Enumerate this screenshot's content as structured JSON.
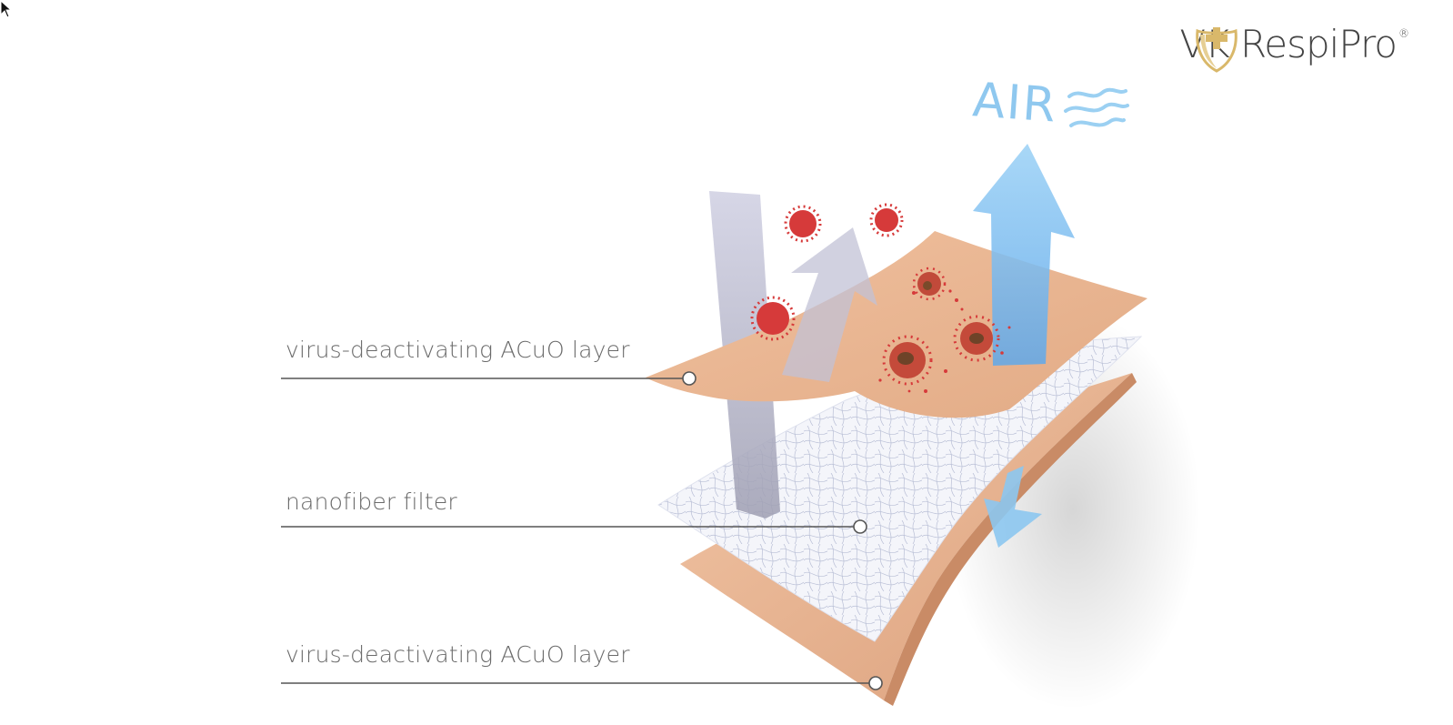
{
  "brand": {
    "name_part1": "VK Respi",
    "name_part2": "Pro",
    "trademark": "®",
    "shield_color": "#d9b86a"
  },
  "diagram": {
    "air_label": "AIR",
    "layers": [
      {
        "label": "virus-deactivating ACuO layer",
        "color": "#e8b38f"
      },
      {
        "label": "nanofiber filter",
        "color": "#eef0f6"
      },
      {
        "label": "virus-deactivating ACuO layer",
        "color": "#e8b38f"
      }
    ],
    "colors": {
      "air_arrow": "#8cc6f0",
      "blocked_arrow": "#b8b8cc",
      "virus": "#d92e2e",
      "leader_line": "#555555"
    }
  }
}
